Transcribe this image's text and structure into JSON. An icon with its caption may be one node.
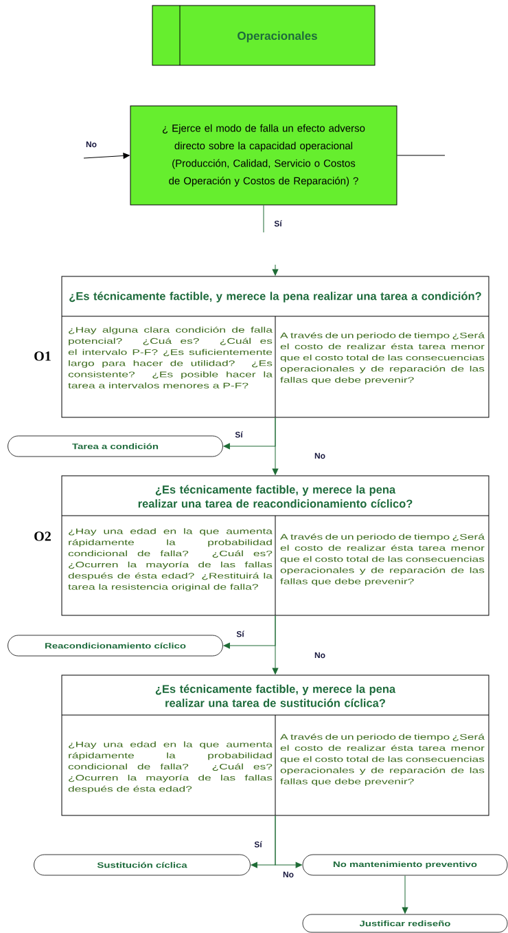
{
  "diagram": {
    "nodes": [
      {
        "text": [
          "Operacionales"
        ]
      },
      {
        "text": [
          "¿ Ejerce el modo de falla un efecto adverso directo sobre la capacidad operacional (Producción, Calidad, Servicio o Costos de Operación y Costos de Reparación) ?"
        ]
      },
      {
        "text": [
          "¿Es técnicamente factible, y merece la pena realizar una tarea a condición?",
          "¿Hay alguna clara condición de falla potencial? ¿Cuá es? ¿Cuál es el intervalo P-F? ¿Es suficientemente largo para hacer de utilidad? ¿Es consistente? ¿Es posible hacer la tarea a intervalos menores a P-F?",
          "A través de un periodo de tiempo ¿Será el costo de realizar ésta tarea menor que el costo total de las consecuencias operacionales y de reparación de las fallas que debe prevenir?"
        ],
        "beside": [
          "O1"
        ]
      },
      {
        "text": [
          "Tarea a condición"
        ]
      },
      {
        "text": [
          "¿Es técnicamente factible, y merece la pena realizar una tarea de reacondicionamiento cíclico?",
          "¿Hay una edad en la que aumenta rápidamente la probabilidad condicional de falla? ¿Cuál es? ¿Ocurren la mayoría de las fallas después de ésta edad? ¿Restituirá la tarea la resistencia original de falla?",
          "A través de un periodo de tiempo ¿Será el costo de realizar ésta tarea menor que el costo total de las consecuencias operacionales y de reparación de las fallas que debe prevenir?"
        ],
        "beside": [
          "O2"
        ]
      },
      {
        "text": [
          "Reacondicionamiento cíclico"
        ]
      },
      {
        "text": [
          "¿Es técnicamente factible, y merece la pena realizar una tarea de sustitución cíclica?",
          "¿Hay una edad en la que aumenta rápidamente la probabilidad condicional de falla? ¿Cuál es? ¿Ocurren la mayoría de las fallas después de ésta edad?",
          "A través de un periodo de tiempo ¿Será el costo de realizar ésta tarea menor que el costo total de las consecuencias operacionales y de reparación de las fallas que debe prevenir?"
        ]
      },
      {
        "text": [
          "Sustitución cíclica"
        ]
      },
      {
        "text": [
          "No mantenimiento preventivo"
        ]
      },
      {
        "text": [
          "Justificar rediseño"
        ]
      }
    ],
    "edges": [
      {
        "from": null,
        "to": 1,
        "arrow": "to",
        "label": "No",
        "color": "#000000"
      },
      {
        "from": 1,
        "to": null,
        "arrow": "none",
        "color": "#000000"
      },
      {
        "from": 1,
        "to": null,
        "arrow": "none",
        "label": "Sí"
      },
      {
        "from": null,
        "to": 2,
        "arrow": "to"
      },
      {
        "from": 2,
        "to": 3,
        "arrow": "to",
        "label": "Sí"
      },
      {
        "from": 2,
        "to": 4,
        "arrow": "to",
        "label": "No"
      },
      {
        "from": 4,
        "to": 5,
        "arrow": "to",
        "label": "Sí"
      },
      {
        "from": 4,
        "to": 6,
        "arrow": "to",
        "label": "No"
      },
      {
        "from": 6,
        "to": 7,
        "arrow": "to",
        "label": "Sí"
      },
      {
        "from": 6,
        "to": 8,
        "arrow": "to",
        "label": "No"
      },
      {
        "from": 8,
        "to": 9,
        "arrow": "to"
      }
    ]
  }
}
